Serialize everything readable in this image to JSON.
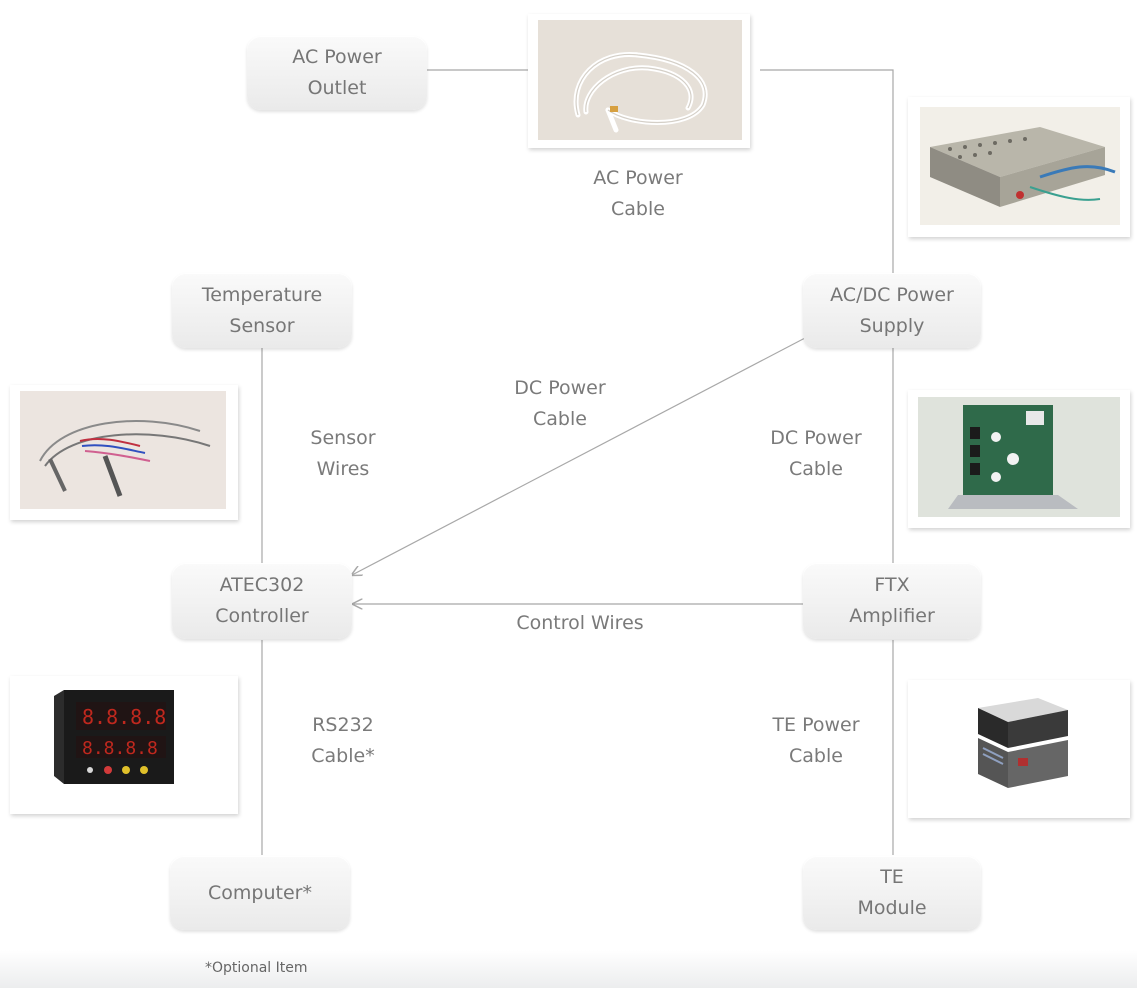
{
  "nodes": {
    "ac_power_outlet": [
      "AC Power",
      "Outlet"
    ],
    "temperature_sensor": [
      "Temperature",
      "Sensor"
    ],
    "acdc_power_supply": [
      "AC/DC Power",
      "Supply"
    ],
    "atec302_controller": [
      "ATEC302",
      "Controller"
    ],
    "ftx_amplifier": [
      "FTX",
      "Amplifier"
    ],
    "computer": [
      "Computer*"
    ],
    "te_module": [
      "TE",
      "Module"
    ]
  },
  "edges": {
    "ac_power_cable": [
      "AC Power",
      "Cable"
    ],
    "dc_power_cable_diag": [
      "DC Power",
      "Cable"
    ],
    "dc_power_cable_right": [
      "DC Power",
      "Cable"
    ],
    "sensor_wires": [
      "Sensor",
      "Wires"
    ],
    "control_wires": [
      "Control Wires"
    ],
    "rs232_cable": [
      "RS232",
      "Cable*"
    ],
    "te_power_cable": [
      "TE Power",
      "Cable"
    ]
  },
  "footnote": "*Optional Item",
  "colors": {
    "wire": "#a8a8a8",
    "node_top": "#fafafa",
    "node_bottom": "#eaeaea",
    "text": "#767676"
  },
  "photos": {
    "ac_cable": "ac-power-cable-photo",
    "power_supply": "power-supply-photo",
    "sensor": "temperature-sensor-photo",
    "amplifier": "amplifier-board-photo",
    "controller": "controller-device-photo",
    "te_module": "te-module-photo"
  }
}
